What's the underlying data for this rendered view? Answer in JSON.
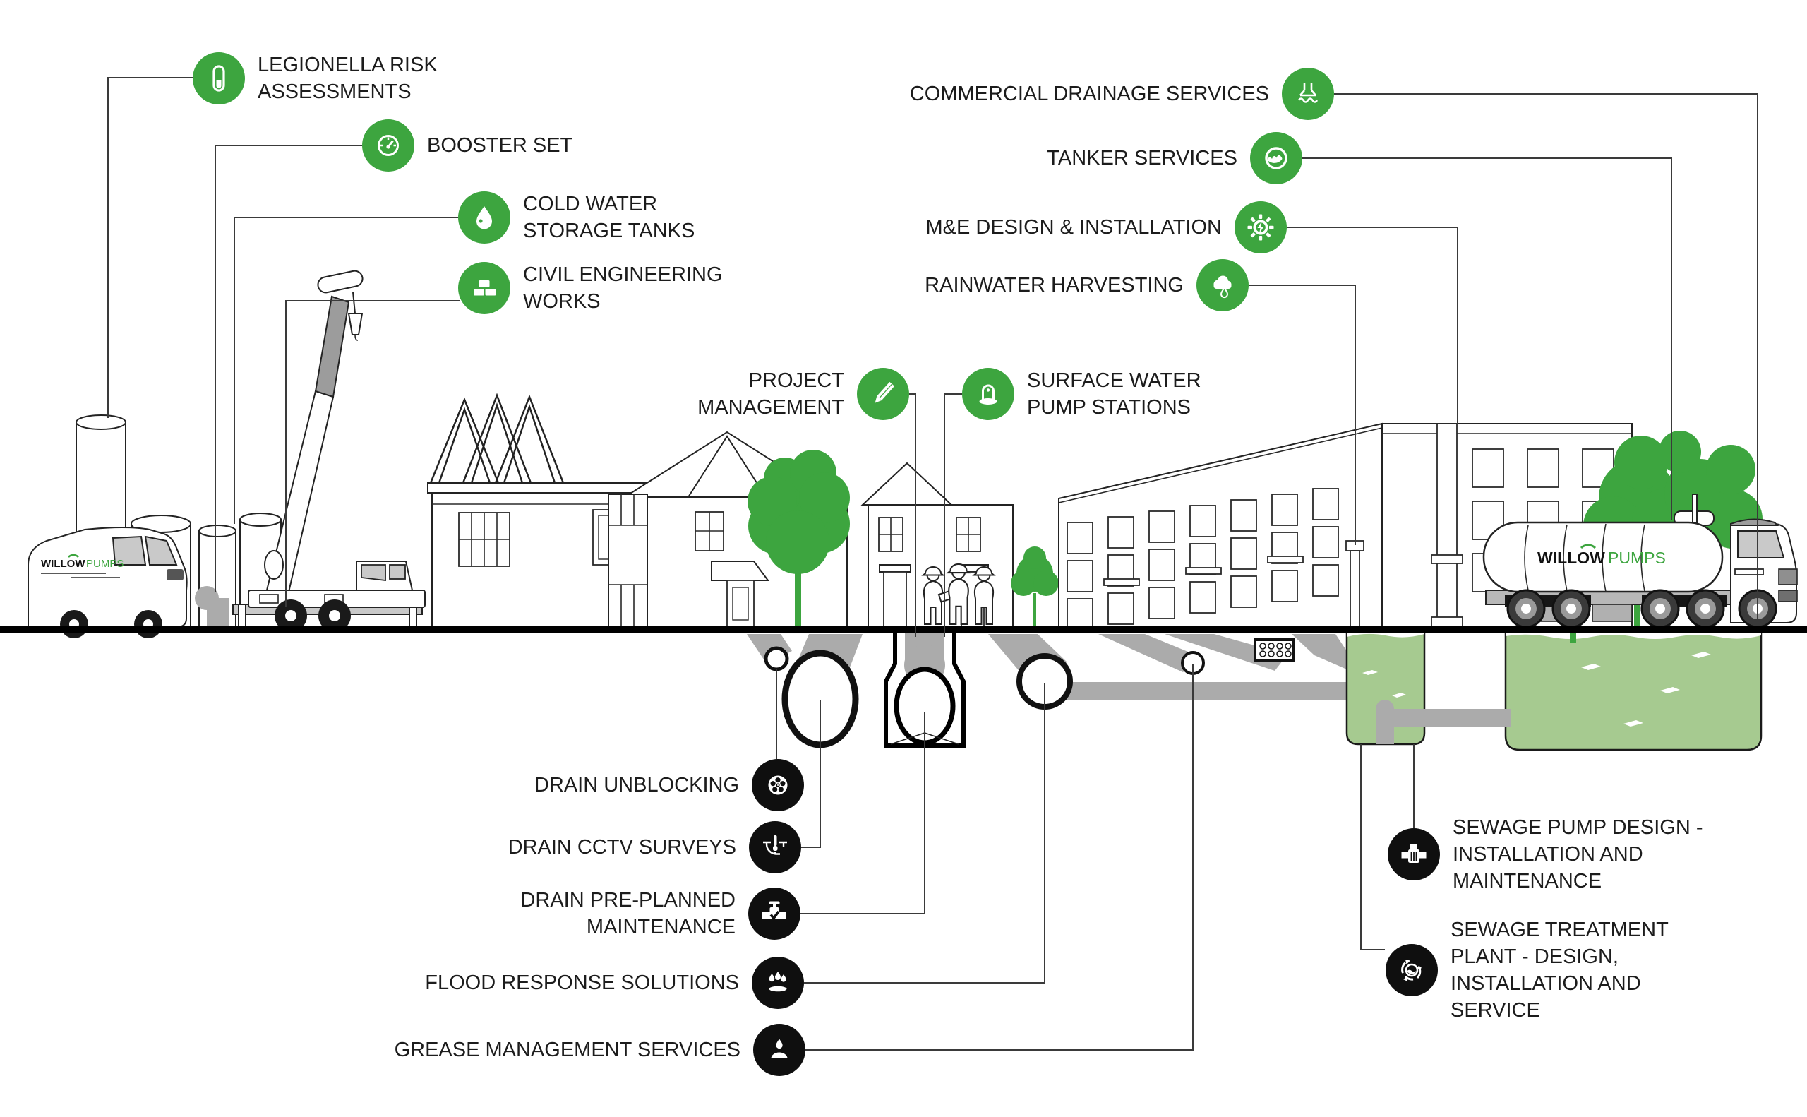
{
  "brand": {
    "willow": "WILLOW",
    "pumps": "PUMPS"
  },
  "colors": {
    "accent_green": "#3da53f",
    "icon_black": "#0f0f0f",
    "water_green": "#a6ca90",
    "pipe_gray": "#ababab",
    "connector_line": "#3a3a3a"
  },
  "services": {
    "legionella": {
      "label": "LEGIONELLA RISK\nASSESSMENTS",
      "icon": "test-tube"
    },
    "booster": {
      "label": "BOOSTER SET",
      "icon": "pressure-gauge"
    },
    "cold_water": {
      "label": "COLD WATER\nSTORAGE TANKS",
      "icon": "water-droplet"
    },
    "civil": {
      "label": "CIVIL ENGINEERING\nWORKS",
      "icon": "bricks"
    },
    "project": {
      "label": "PROJECT\nMANAGEMENT",
      "icon": "pencil"
    },
    "surface_water": {
      "label": "SURFACE WATER\nPUMP STATIONS",
      "icon": "pump"
    },
    "commercial_drainage": {
      "label": "COMMERCIAL DRAINAGE SERVICES",
      "icon": "drain-outfall"
    },
    "tanker": {
      "label": "TANKER SERVICES",
      "icon": "tanker-drum"
    },
    "me_design": {
      "label": "M&E DESIGN & INSTALLATION",
      "icon": "gear-bolt"
    },
    "rainwater": {
      "label": "RAINWATER HARVESTING",
      "icon": "rain-cloud"
    },
    "drain_unblocking": {
      "label": "DRAIN UNBLOCKING",
      "icon": "jetting-reel"
    },
    "drain_cctv": {
      "label": "DRAIN CCTV SURVEYS",
      "icon": "cctv-probe"
    },
    "drain_ppm": {
      "label": "DRAIN PRE-PLANNED\nMAINTENANCE",
      "icon": "valve-check"
    },
    "flood": {
      "label": "FLOOD RESPONSE SOLUTIONS",
      "icon": "flood-drops"
    },
    "grease": {
      "label": "GREASE MANAGEMENT SERVICES",
      "icon": "grease-drop"
    },
    "sewage_pump": {
      "label": "SEWAGE PUMP DESIGN -\nINSTALLATION AND\nMAINTENANCE",
      "icon": "sewage-pump"
    },
    "sewage_treatment": {
      "label": "SEWAGE TREATMENT\nPLANT - DESIGN,\nINSTALLATION AND\nSERVICE",
      "icon": "treatment-cycle"
    }
  }
}
